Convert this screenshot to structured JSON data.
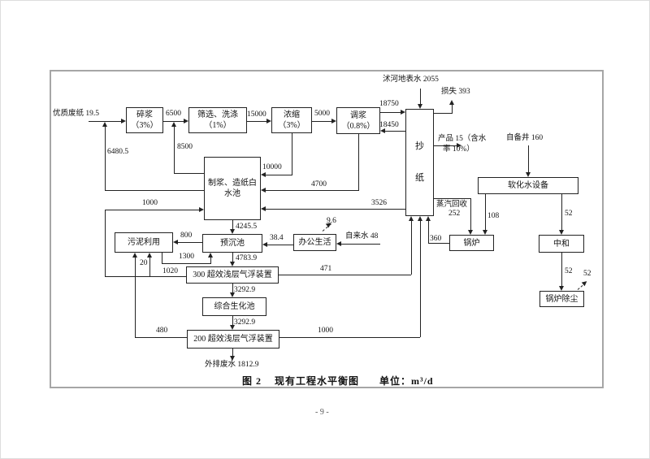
{
  "page": {
    "number": "- 9 -"
  },
  "caption": {
    "fig": "图 2",
    "title": "现有工程水平衡图",
    "unit": "单位：m³/d"
  },
  "nodes": {
    "crusher": {
      "line1": "碎浆",
      "line2": "（3%）"
    },
    "screening": {
      "line1": "筛选、洗涤",
      "line2": "（1%）"
    },
    "thickening": {
      "line1": "浓缩",
      "line2": "（3%）"
    },
    "blending": {
      "line1": "调浆",
      "line2": "（0.8%）"
    },
    "papermaking": {
      "char1": "抄",
      "char2": "纸"
    },
    "whitewater": {
      "line1": "制浆、造纸白",
      "line2": "水池"
    },
    "presedimentation": {
      "label": "预沉池"
    },
    "sludge_use": {
      "label": "污泥利用"
    },
    "daf300": {
      "label": "300 超效浅层气浮装置"
    },
    "biochemical": {
      "label": "综合生化池"
    },
    "daf200": {
      "label": "200 超效浅层气浮装置"
    },
    "office": {
      "label": "办公生活"
    },
    "softening": {
      "label": "软化水设备"
    },
    "boiler": {
      "label": "锅炉"
    },
    "neutralization": {
      "label": "中和"
    },
    "dedusting": {
      "label": "锅炉除尘"
    }
  },
  "flows": {
    "waste_paper": "优质废纸 19.5",
    "crusher_to_screening": "6500",
    "screening_to_thickening": "15000",
    "thickening_to_blending": "5000",
    "blending_to_paper": "18750",
    "paper_to_blending": "18450",
    "whitewater_to_crusher": "6480.5",
    "whitewater_to_screening": "8500",
    "thickening_to_whitewater": "10000",
    "blending_to_whitewater": "4700",
    "paper_to_whitewater": "3526",
    "daf300_to_whitewater": "1000",
    "whitewater_to_presed": "4245.5",
    "presed_to_sludge": "800",
    "sludge_to_presed": "1300",
    "daf300_to_sludge": "20",
    "daf300_recycle": "1020",
    "presed_to_daf300": "4783.9",
    "office_to_presed": "38.4",
    "office_loss": "9.6",
    "tap_water": "自来水 48",
    "daf300_to_paper": "471",
    "daf300_to_bio": "3292.9",
    "bio_to_daf200": "3292.9",
    "daf200_to_sludge": "480",
    "daf200_to_paper": "1000",
    "effluent": "外排废水 1812.9",
    "river_water": "沭河地表水 2055",
    "paper_loss": "损失 393",
    "product_line1": "产品 15（含水",
    "product_line2": "率 10%）",
    "steam_recovery": "蒸汽回收",
    "steam_recovery_value": "252",
    "boiler_to_paper": "360",
    "softening_to_boiler": "108",
    "well_water": "自备井 160",
    "softening_to_neutral": "52",
    "neutral_to_dedust": "52",
    "dedust_loss": "52"
  }
}
